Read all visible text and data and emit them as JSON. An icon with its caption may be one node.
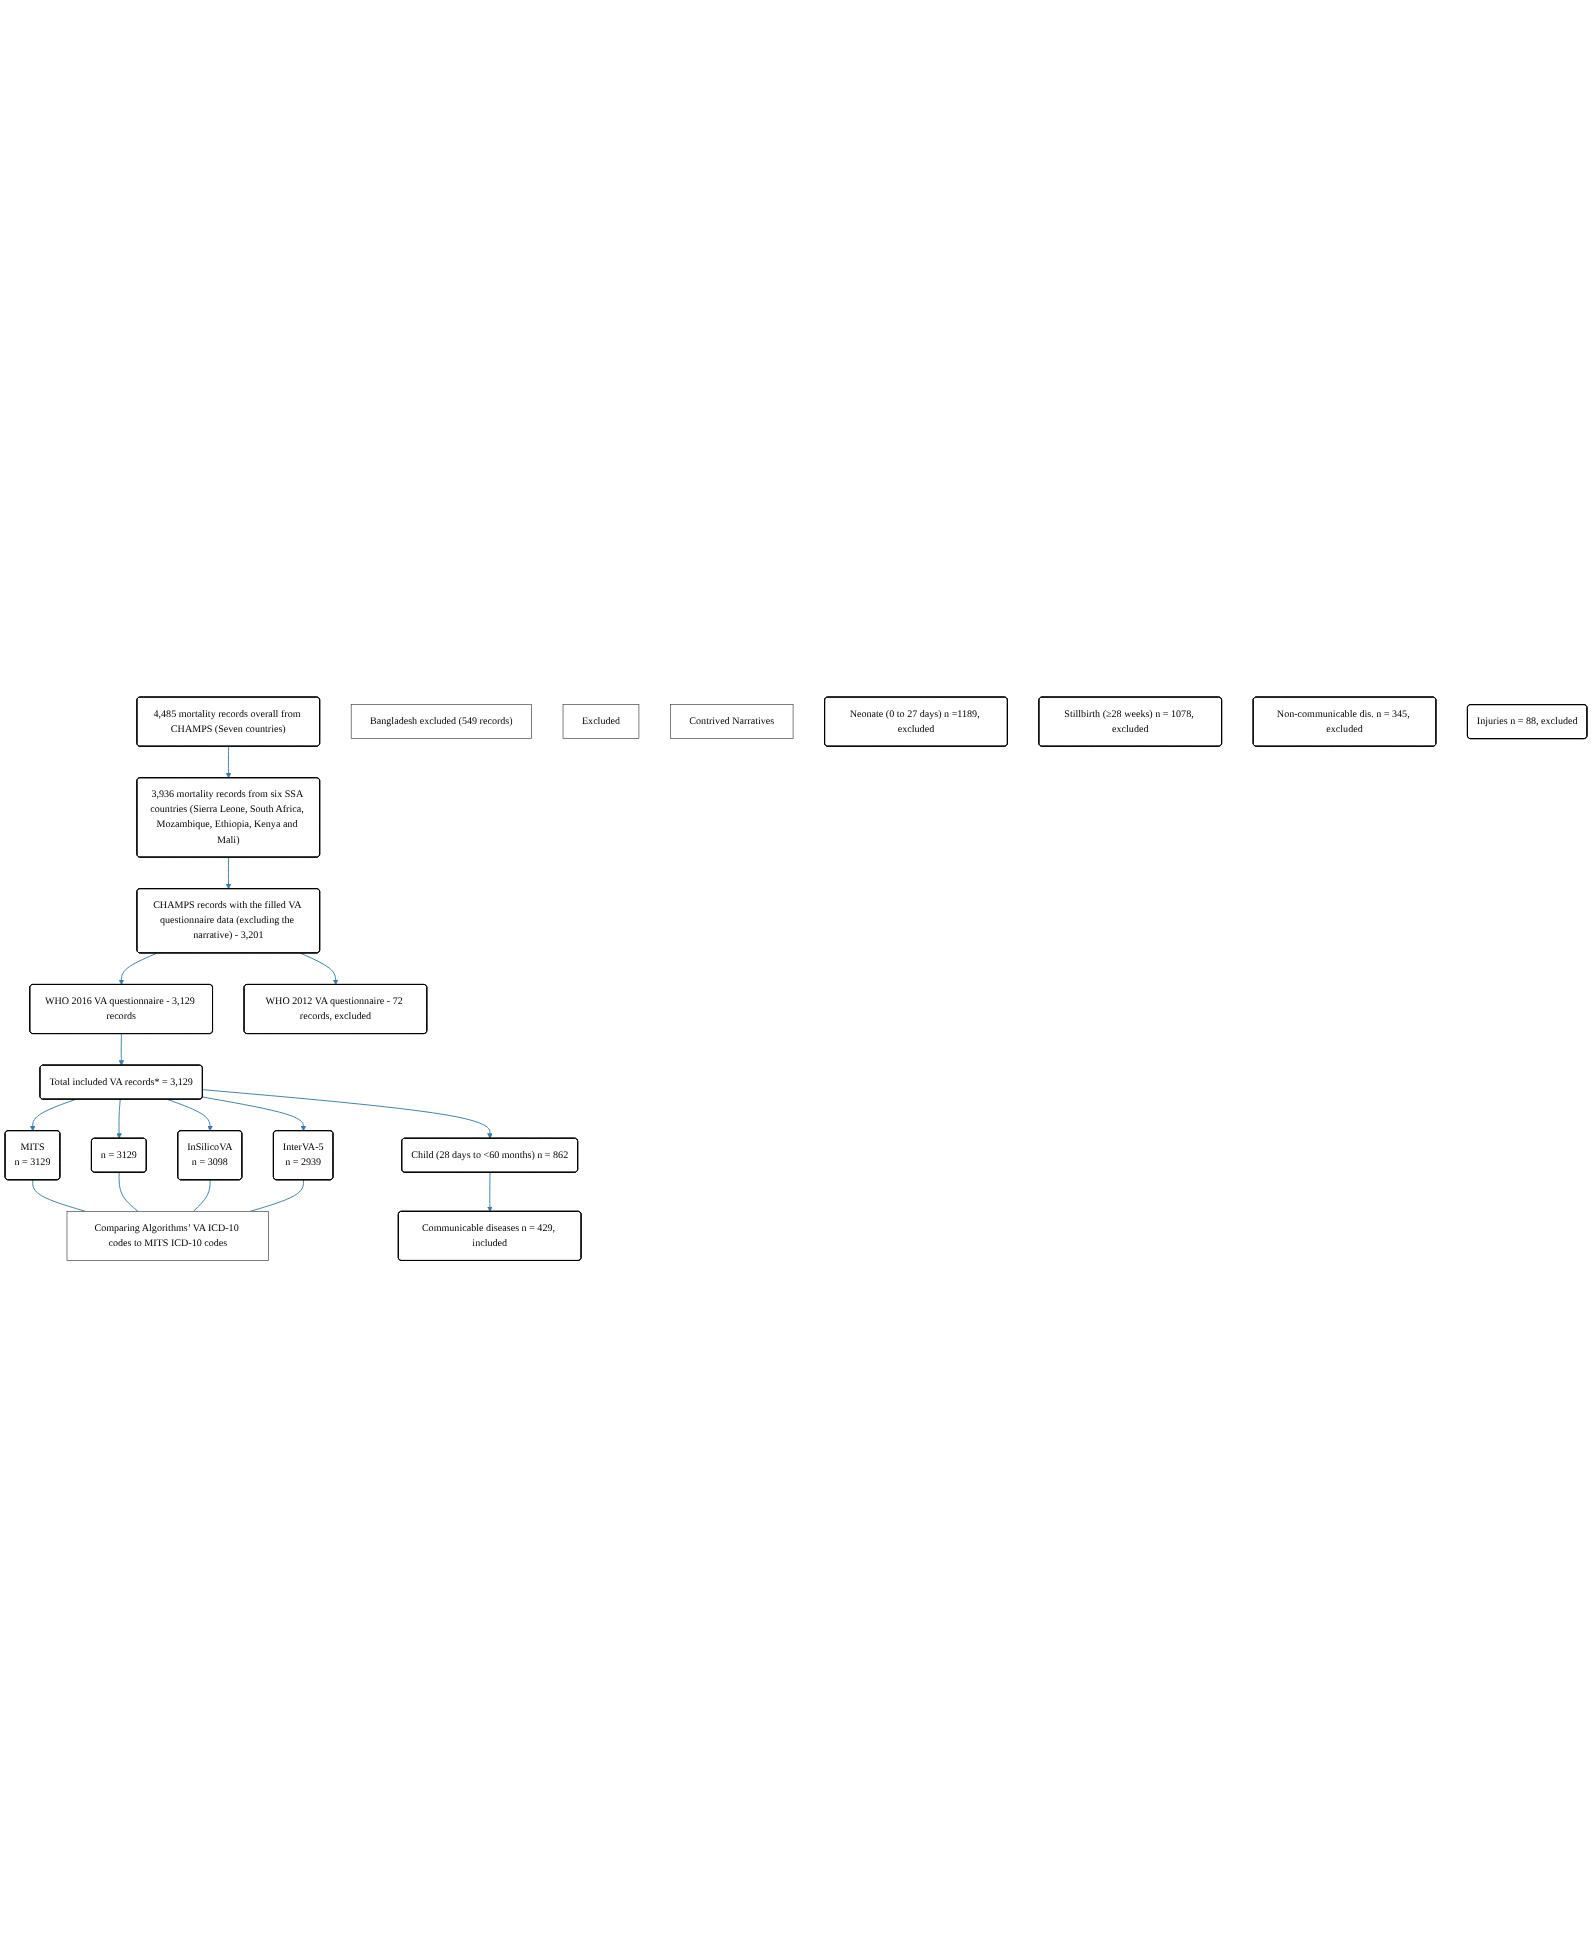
{
  "diagram": {
    "nodes": [
      {
        "text": [
          "4,485 mortality records overall from CHAMPS (Seven countries)"
        ]
      },
      {
        "text": [
          "Bangladesh excluded (549 records)"
        ]
      },
      {
        "text": [
          "3,936 mortality records from six SSA countries (Sierra Leone, South Africa, Mozambique, Ethiopia, Kenya and Mali)"
        ]
      },
      {
        "text": [
          "CHAMPS records with the filled VA questionnaire data (excluding the narrative) - 3,201"
        ]
      },
      {
        "text": [
          "Excluded"
        ]
      },
      {
        "text": [
          "WHO 2016 VA questionnaire - 3,129 records"
        ]
      },
      {
        "text": [
          "WHO 2012 VA questionnaire - 72 records, excluded"
        ]
      },
      {
        "text": [
          "Total included VA records* = 3,129"
        ]
      },
      {
        "text": [
          "Contrived Narratives"
        ]
      },
      {
        "text": [
          "MITS",
          "n = 3129"
        ]
      },
      {
        "text": [
          "n = 3129"
        ]
      },
      {
        "text": [
          "InSilicoVA",
          "n = 3098"
        ]
      },
      {
        "text": [
          "InterVA-5",
          "n = 2939"
        ]
      },
      {
        "text": [
          "Comparing Algorithms’ VA ICD-10 codes to MITS ICD-10 codes"
        ]
      },
      {
        "text": [
          "Child (28 days to <60 months) n = 862"
        ]
      },
      {
        "text": [
          "Neonate (0 to 27 days) n =1189, excluded"
        ]
      },
      {
        "text": [
          "Stillbirth (≥28 weeks) n = 1078, excluded"
        ]
      },
      {
        "text": [
          "Communicable diseases n = 429, included"
        ]
      },
      {
        "text": [
          "Non-communicable dis. n = 345, excluded"
        ]
      },
      {
        "text": [
          "Injuries n = 88, excluded"
        ]
      }
    ],
    "edges": [
      {
        "from": 0,
        "to": 2,
        "arrow": "to"
      },
      {
        "from": 2,
        "to": 3,
        "arrow": "to"
      },
      {
        "from": 3,
        "to": 5,
        "arrow": "to"
      },
      {
        "from": 3,
        "to": 6,
        "arrow": "to"
      },
      {
        "from": 5,
        "to": 7,
        "arrow": "to"
      },
      {
        "from": 7,
        "to": 9,
        "arrow": "to"
      },
      {
        "from": 7,
        "to": 10,
        "arrow": "to"
      },
      {
        "from": 7,
        "to": 11,
        "arrow": "to"
      },
      {
        "from": 7,
        "to": 12,
        "arrow": "to"
      },
      {
        "from": 9,
        "to": 13,
        "arrow": "none"
      },
      {
        "from": 10,
        "to": 13,
        "arrow": "none"
      },
      {
        "from": 11,
        "to": 13,
        "arrow": "none"
      },
      {
        "from": 12,
        "to": 13,
        "arrow": "none"
      },
      {
        "from": 7,
        "to": 14,
        "arrow": "to"
      },
      {
        "from": 14,
        "to": 17,
        "arrow": "to"
      }
    ]
  }
}
